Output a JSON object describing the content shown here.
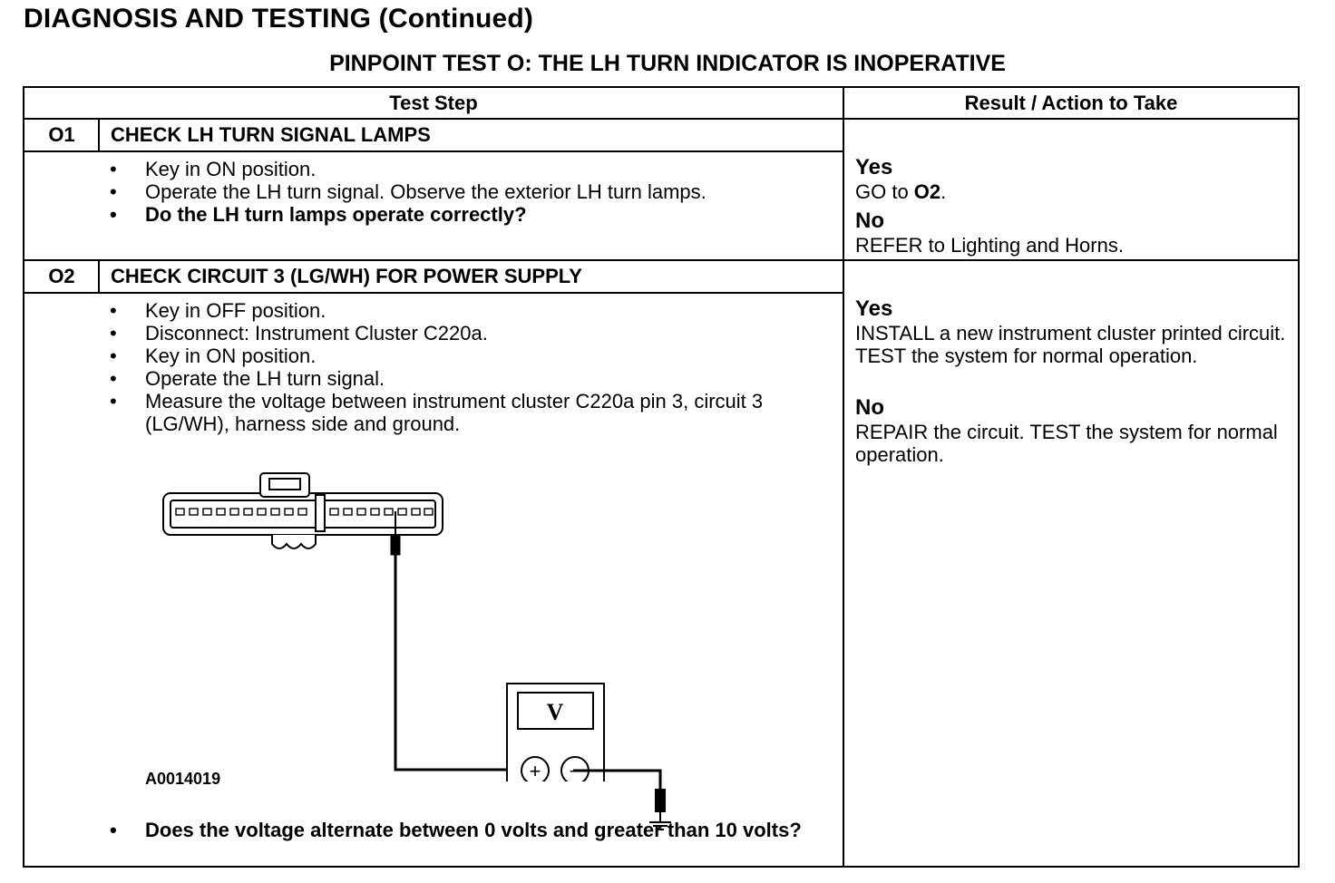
{
  "page_title": "DIAGNOSIS AND TESTING (Continued)",
  "test_title": "PINPOINT TEST O: THE LH TURN INDICATOR IS INOPERATIVE",
  "headers": {
    "test_step": "Test Step",
    "result": "Result / Action to Take"
  },
  "steps": [
    {
      "number": "O1",
      "title": "CHECK LH TURN SIGNAL LAMPS",
      "bullets": [
        "Key in ON position.",
        "Operate the LH turn signal. Observe the exterior LH turn lamps.",
        "Do the LH turn lamps operate correctly?"
      ],
      "yes_label": "Yes",
      "yes_text_pre": "GO to ",
      "yes_text_ref": "O2",
      "yes_text_post": ".",
      "no_label": "No",
      "no_text": "REFER to Lighting and Horns."
    },
    {
      "number": "O2",
      "title": "CHECK CIRCUIT 3 (LG/WH) FOR POWER SUPPLY",
      "bullets": [
        "Key in OFF position.",
        "Disconnect: Instrument Cluster C220a.",
        "Key in ON position.",
        "Operate the LH turn signal.",
        "Measure the voltage between instrument cluster C220a pin 3, circuit 3 (LG/WH), harness side and ground."
      ],
      "figure_code": "A0014019",
      "meter_symbol": "V",
      "meter_plus": "+",
      "meter_minus": "−",
      "final_question": "Does the voltage alternate between 0 volts and greater than 10 volts?",
      "yes_label": "Yes",
      "yes_text": "INSTALL a new instrument cluster printed circuit. TEST the system for normal operation.",
      "no_label": "No",
      "no_text": "REPAIR the circuit. TEST the system for normal operation."
    }
  ]
}
